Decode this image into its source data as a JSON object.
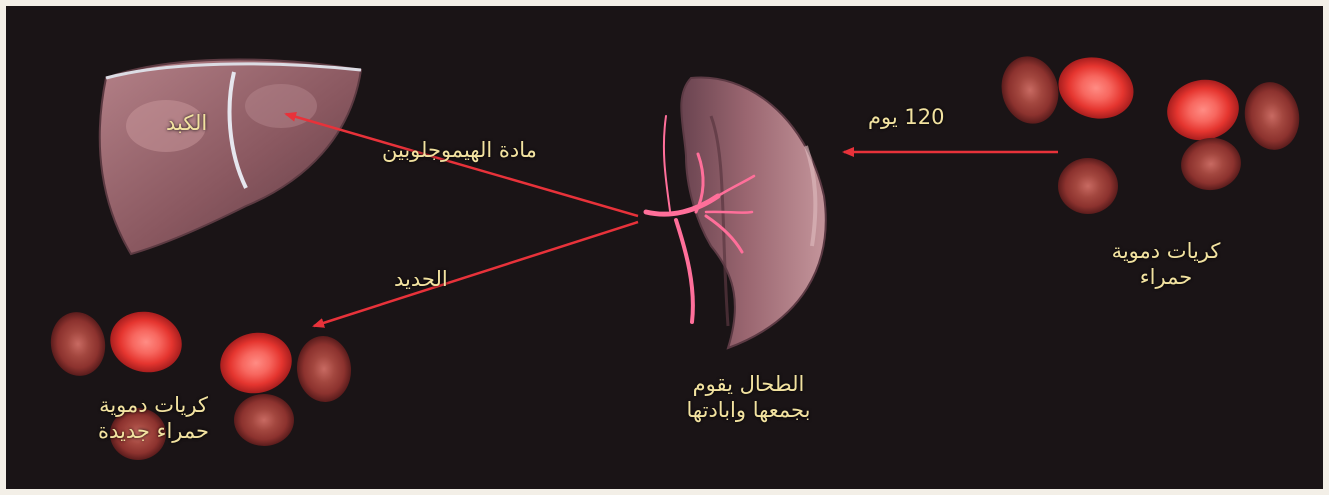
{
  "labels": {
    "liver": "الكبد",
    "hemoglobin": "مادة الهيموجلوبين",
    "iron": "الحديد",
    "days": "120 يوم",
    "old_cells_line1": "كريات دموية",
    "old_cells_line2": "حمراء",
    "spleen_line1": "الطحال يقوم",
    "spleen_line2": "بجمعها وابادتها",
    "new_cells_line1": "كريات دموية",
    "new_cells_line2": "حمراء جديدة"
  },
  "colors": {
    "background": "#1a1416",
    "frame": "#f3efe7",
    "arrow": "#e8323a",
    "label": "#f2e2a0",
    "organ": "#8a5a62",
    "rbc": "#e23a36",
    "vessels": "#ff6f9a"
  }
}
